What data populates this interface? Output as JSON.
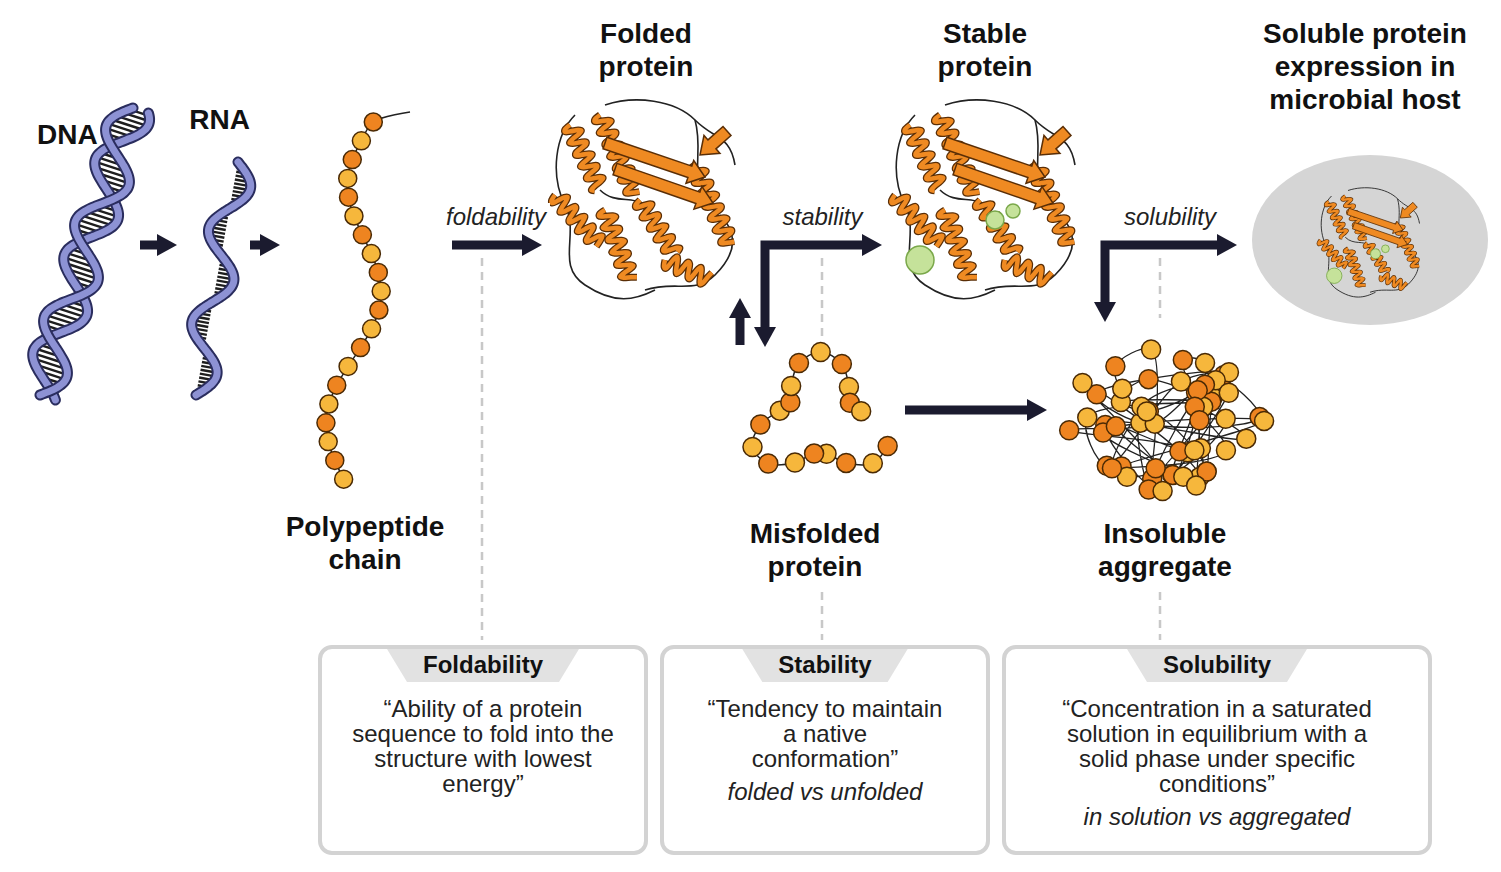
{
  "diagram": {
    "nodes": [
      {
        "text": [
          "DNA"
        ]
      },
      {
        "text": [
          "RNA"
        ]
      },
      {
        "text": [
          "Polypeptide chain"
        ]
      },
      {
        "text": [
          "Folded protein"
        ]
      },
      {
        "text": [
          "Stable protein"
        ]
      },
      {
        "text": [
          "Soluble protein expression in microbial host"
        ]
      },
      {
        "text": [
          "Misfolded protein"
        ]
      },
      {
        "text": [
          "Insoluble aggregate"
        ]
      },
      {
        "text": [
          "Foldability",
          "“Ability of a protein sequence to fold into the structure with lowest energy”"
        ]
      },
      {
        "text": [
          "Stability",
          "“Tendency to maintain a native conformation”",
          "folded vs unfolded"
        ]
      },
      {
        "text": [
          "Solubility",
          "“Concentration in a saturated solution in equilibrium with a solid phase under specific conditions”",
          "in solution vs aggregated"
        ]
      }
    ],
    "edges": [
      {
        "from": 0,
        "to": 1,
        "arrow": "to"
      },
      {
        "from": 1,
        "to": 2,
        "arrow": "to"
      },
      {
        "from": 2,
        "to": 3,
        "label": "foldability",
        "arrow": "to"
      },
      {
        "from": 6,
        "to": 4,
        "label": "stability",
        "arrow": "both"
      },
      {
        "from": 6,
        "to": 3,
        "arrow": "to"
      },
      {
        "from": 6,
        "to": 7,
        "arrow": "to"
      },
      {
        "from": 7,
        "to": 5,
        "label": "solubility",
        "arrow": "both"
      }
    ]
  }
}
